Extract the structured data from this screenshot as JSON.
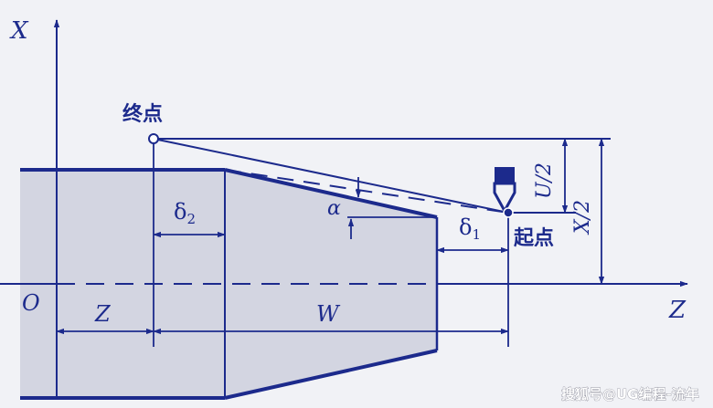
{
  "labels": {
    "x_axis": "X",
    "z_axis": "Z",
    "origin": "O",
    "end_point": "终点",
    "start_point": "起点",
    "delta2_base": "δ",
    "delta2_sub": "2",
    "delta1_base": "δ",
    "delta1_sub": "1",
    "alpha": "α",
    "z_dim": "Z",
    "w_dim": "W",
    "u_half": "U/2",
    "x_half": "X/2"
  },
  "watermark": "搜狐号@UG编程-流年",
  "colors": {
    "line": "#1c2a8c",
    "fill": "#d3d5e1",
    "background": "#f1f2f6"
  }
}
